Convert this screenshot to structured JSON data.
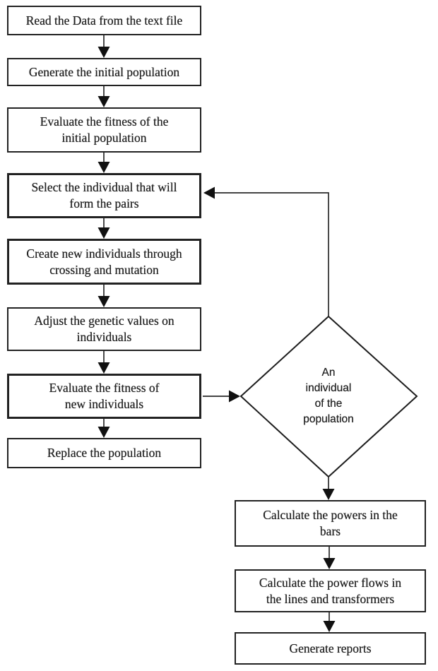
{
  "figure": {
    "background_color": "#ffffff",
    "line_color": "#222222",
    "text_color": "#1f1f1f"
  },
  "flowchart": {
    "nodes": [
      {
        "id": "read-data",
        "type": "process",
        "lines": [
          "Read the Data from the text file"
        ]
      },
      {
        "id": "generate-initial-population",
        "type": "process",
        "lines": [
          "Generate the initial population"
        ]
      },
      {
        "id": "evaluate-fitness-initial",
        "type": "process",
        "lines": [
          "Evaluate the fitness of the",
          "initial population"
        ]
      },
      {
        "id": "select-individual",
        "type": "process",
        "lines": [
          "Select the individual that will",
          "form the pairs"
        ]
      },
      {
        "id": "create-new-individuals",
        "type": "process",
        "lines": [
          "Create new individuals through",
          "crossing and mutation"
        ]
      },
      {
        "id": "adjust-genetic-values",
        "type": "process",
        "lines": [
          "Adjust the genetic values on",
          "individuals"
        ]
      },
      {
        "id": "evaluate-fitness-new",
        "type": "process",
        "lines": [
          "Evaluate the fitness of",
          "new individuals"
        ]
      },
      {
        "id": "replace-population",
        "type": "process",
        "lines": [
          "Replace the population"
        ]
      },
      {
        "id": "decision-individual",
        "type": "decision",
        "lines": [
          "An",
          "individual",
          "of the",
          "population"
        ]
      },
      {
        "id": "calculate-powers-bars",
        "type": "process",
        "lines": [
          "Calculate the powers in the",
          "bars"
        ]
      },
      {
        "id": "calculate-power-flows",
        "type": "process",
        "lines": [
          "Calculate the power flows in",
          "the lines and transformers"
        ]
      },
      {
        "id": "generate-reports",
        "type": "process",
        "lines": [
          "Generate reports"
        ]
      }
    ],
    "edges": [
      {
        "from": "read-data",
        "to": "generate-initial-population"
      },
      {
        "from": "generate-initial-population",
        "to": "evaluate-fitness-initial"
      },
      {
        "from": "evaluate-fitness-initial",
        "to": "select-individual"
      },
      {
        "from": "select-individual",
        "to": "create-new-individuals"
      },
      {
        "from": "create-new-individuals",
        "to": "adjust-genetic-values"
      },
      {
        "from": "adjust-genetic-values",
        "to": "evaluate-fitness-new"
      },
      {
        "from": "evaluate-fitness-new",
        "to": "replace-population"
      },
      {
        "from": "evaluate-fitness-new",
        "to": "decision-individual"
      },
      {
        "from": "decision-individual",
        "to": "select-individual",
        "kind": "feedback-loop"
      },
      {
        "from": "decision-individual",
        "to": "calculate-powers-bars"
      },
      {
        "from": "calculate-powers-bars",
        "to": "calculate-power-flows"
      },
      {
        "from": "calculate-power-flows",
        "to": "generate-reports"
      }
    ]
  }
}
